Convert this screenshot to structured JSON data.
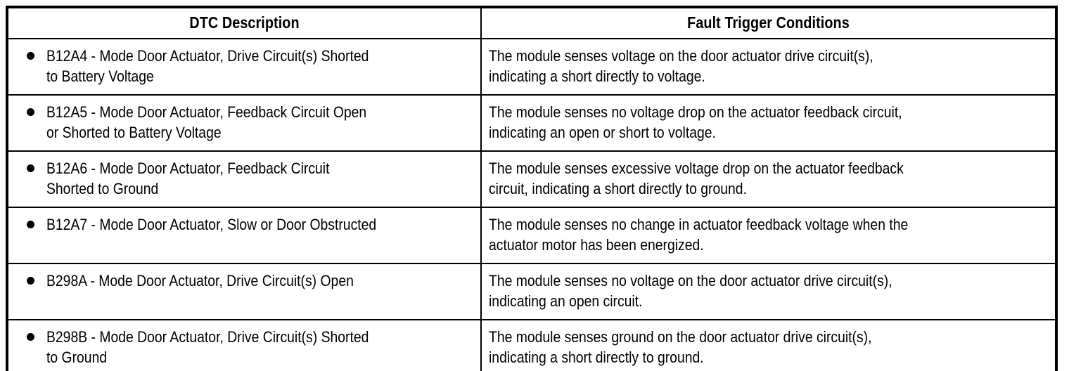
{
  "table": {
    "name": "dtc-fault-trigger-table",
    "columns": [
      {
        "key": "dtc_description",
        "label": "DTC Description"
      },
      {
        "key": "fault_trigger_conditions",
        "label": "Fault Trigger Conditions"
      }
    ],
    "bullet_glyph": "●",
    "border_color": "#000000",
    "text_color": "#000000",
    "background_color": "#FFFFFF",
    "rows": [
      {
        "code": "B12A4",
        "dtc_description": "B12A4 - Mode Door Actuator, Drive Circuit(s) Shorted\nto Battery Voltage",
        "fault_trigger_conditions": "The module senses voltage on the door actuator drive circuit(s),\nindicating a short directly to voltage."
      },
      {
        "code": "B12A5",
        "dtc_description": "B12A5 - Mode Door Actuator, Feedback Circuit Open\nor Shorted to Battery Voltage",
        "fault_trigger_conditions": "The module senses no voltage drop on the actuator feedback circuit,\nindicating an open or short to voltage."
      },
      {
        "code": "B12A6",
        "dtc_description": "B12A6 - Mode Door Actuator, Feedback Circuit\nShorted to Ground",
        "fault_trigger_conditions": "The module senses excessive voltage drop on the actuator feedback\ncircuit, indicating a short directly to ground."
      },
      {
        "code": "B12A7",
        "dtc_description": "B12A7 - Mode Door Actuator, Slow or Door Obstructed",
        "fault_trigger_conditions": "The module senses no change in actuator feedback voltage when the\nactuator motor has been energized."
      },
      {
        "code": "B298A",
        "dtc_description": "B298A - Mode Door Actuator, Drive Circuit(s) Open",
        "fault_trigger_conditions": "The module senses no voltage on the door actuator drive circuit(s),\nindicating an open circuit."
      },
      {
        "code": "B298B",
        "dtc_description": "B298B - Mode Door Actuator, Drive Circuit(s) Shorted\nto Ground",
        "fault_trigger_conditions": "The module senses ground on the door actuator drive circuit(s),\nindicating a short directly to ground."
      }
    ]
  }
}
